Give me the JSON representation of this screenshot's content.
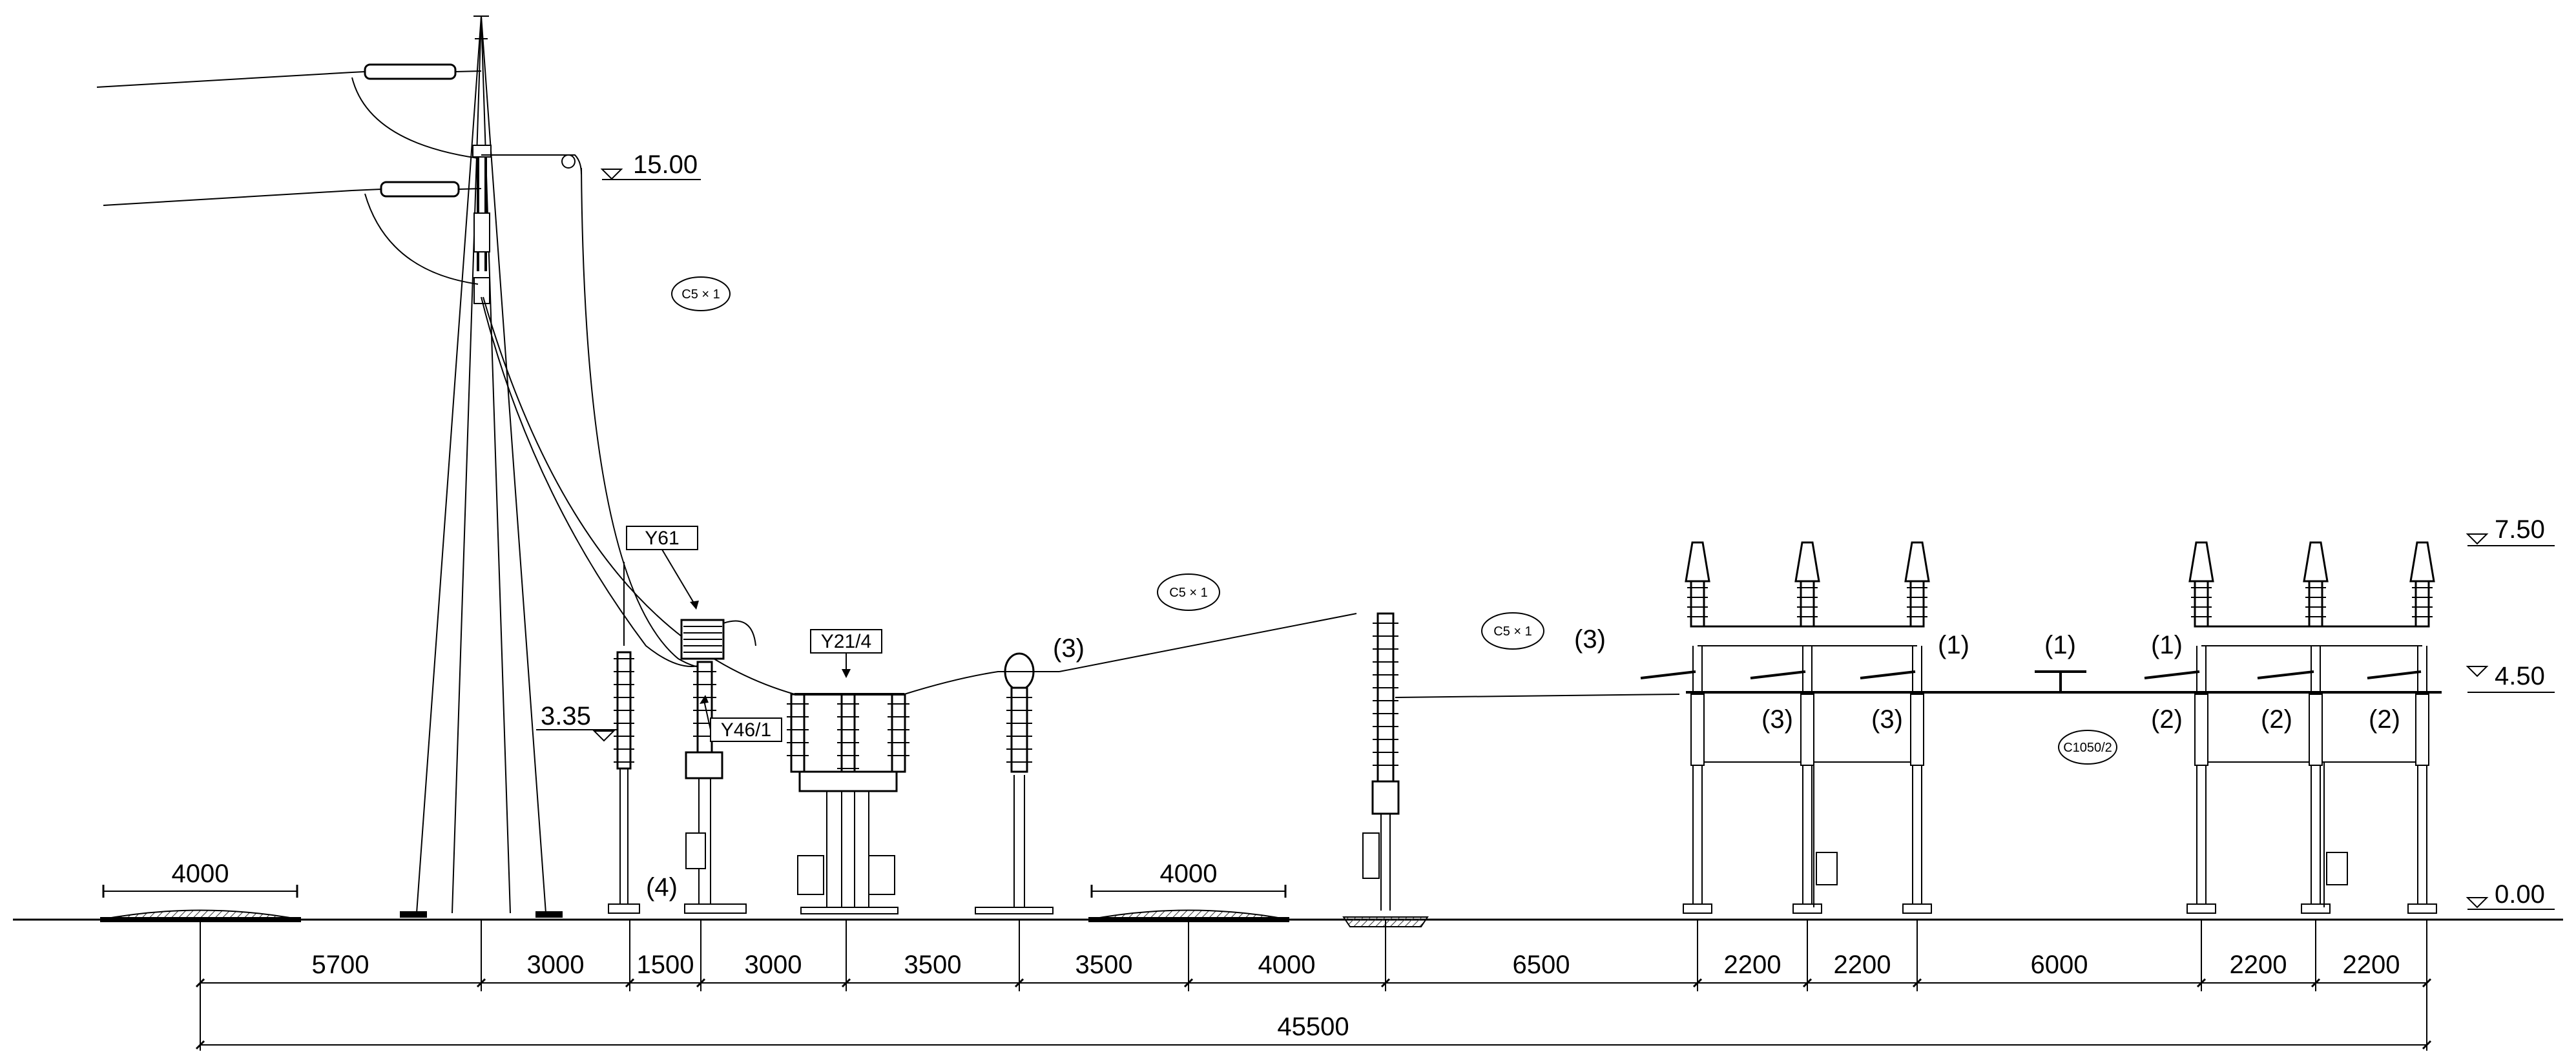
{
  "elevations": {
    "top": "15.00",
    "busbar_upper": "7.50",
    "busbar": "4.50",
    "arrester": "3.35",
    "ground": "0.00"
  },
  "callouts": {
    "y61": "Y61",
    "y21_4": "Y21/4",
    "y46_1": "Y46/1"
  },
  "ellipse_labels": {
    "c5_a": "C5 × 1",
    "c5_b": "C5 × 1",
    "c5_c": "C5 × 1",
    "c1050": "C1050/2"
  },
  "marks": {
    "m4": "(4)",
    "m3_a": "(3)",
    "m3_b": "(3)",
    "m3_c": "(3)",
    "m3_d": "(3)",
    "m1_a": "(1)",
    "m1_b": "(1)",
    "m1_c": "(1)",
    "m2_a": "(2)",
    "m2_b": "(2)",
    "m2_c": "(2)"
  },
  "road_widths": [
    "4000",
    "4000"
  ],
  "spacings": [
    "5700",
    "3000",
    "1500",
    "3000",
    "3500",
    "3500",
    "4000",
    "6500",
    "2200",
    "2200",
    "6000",
    "2200",
    "2200"
  ],
  "total_length": "45500"
}
